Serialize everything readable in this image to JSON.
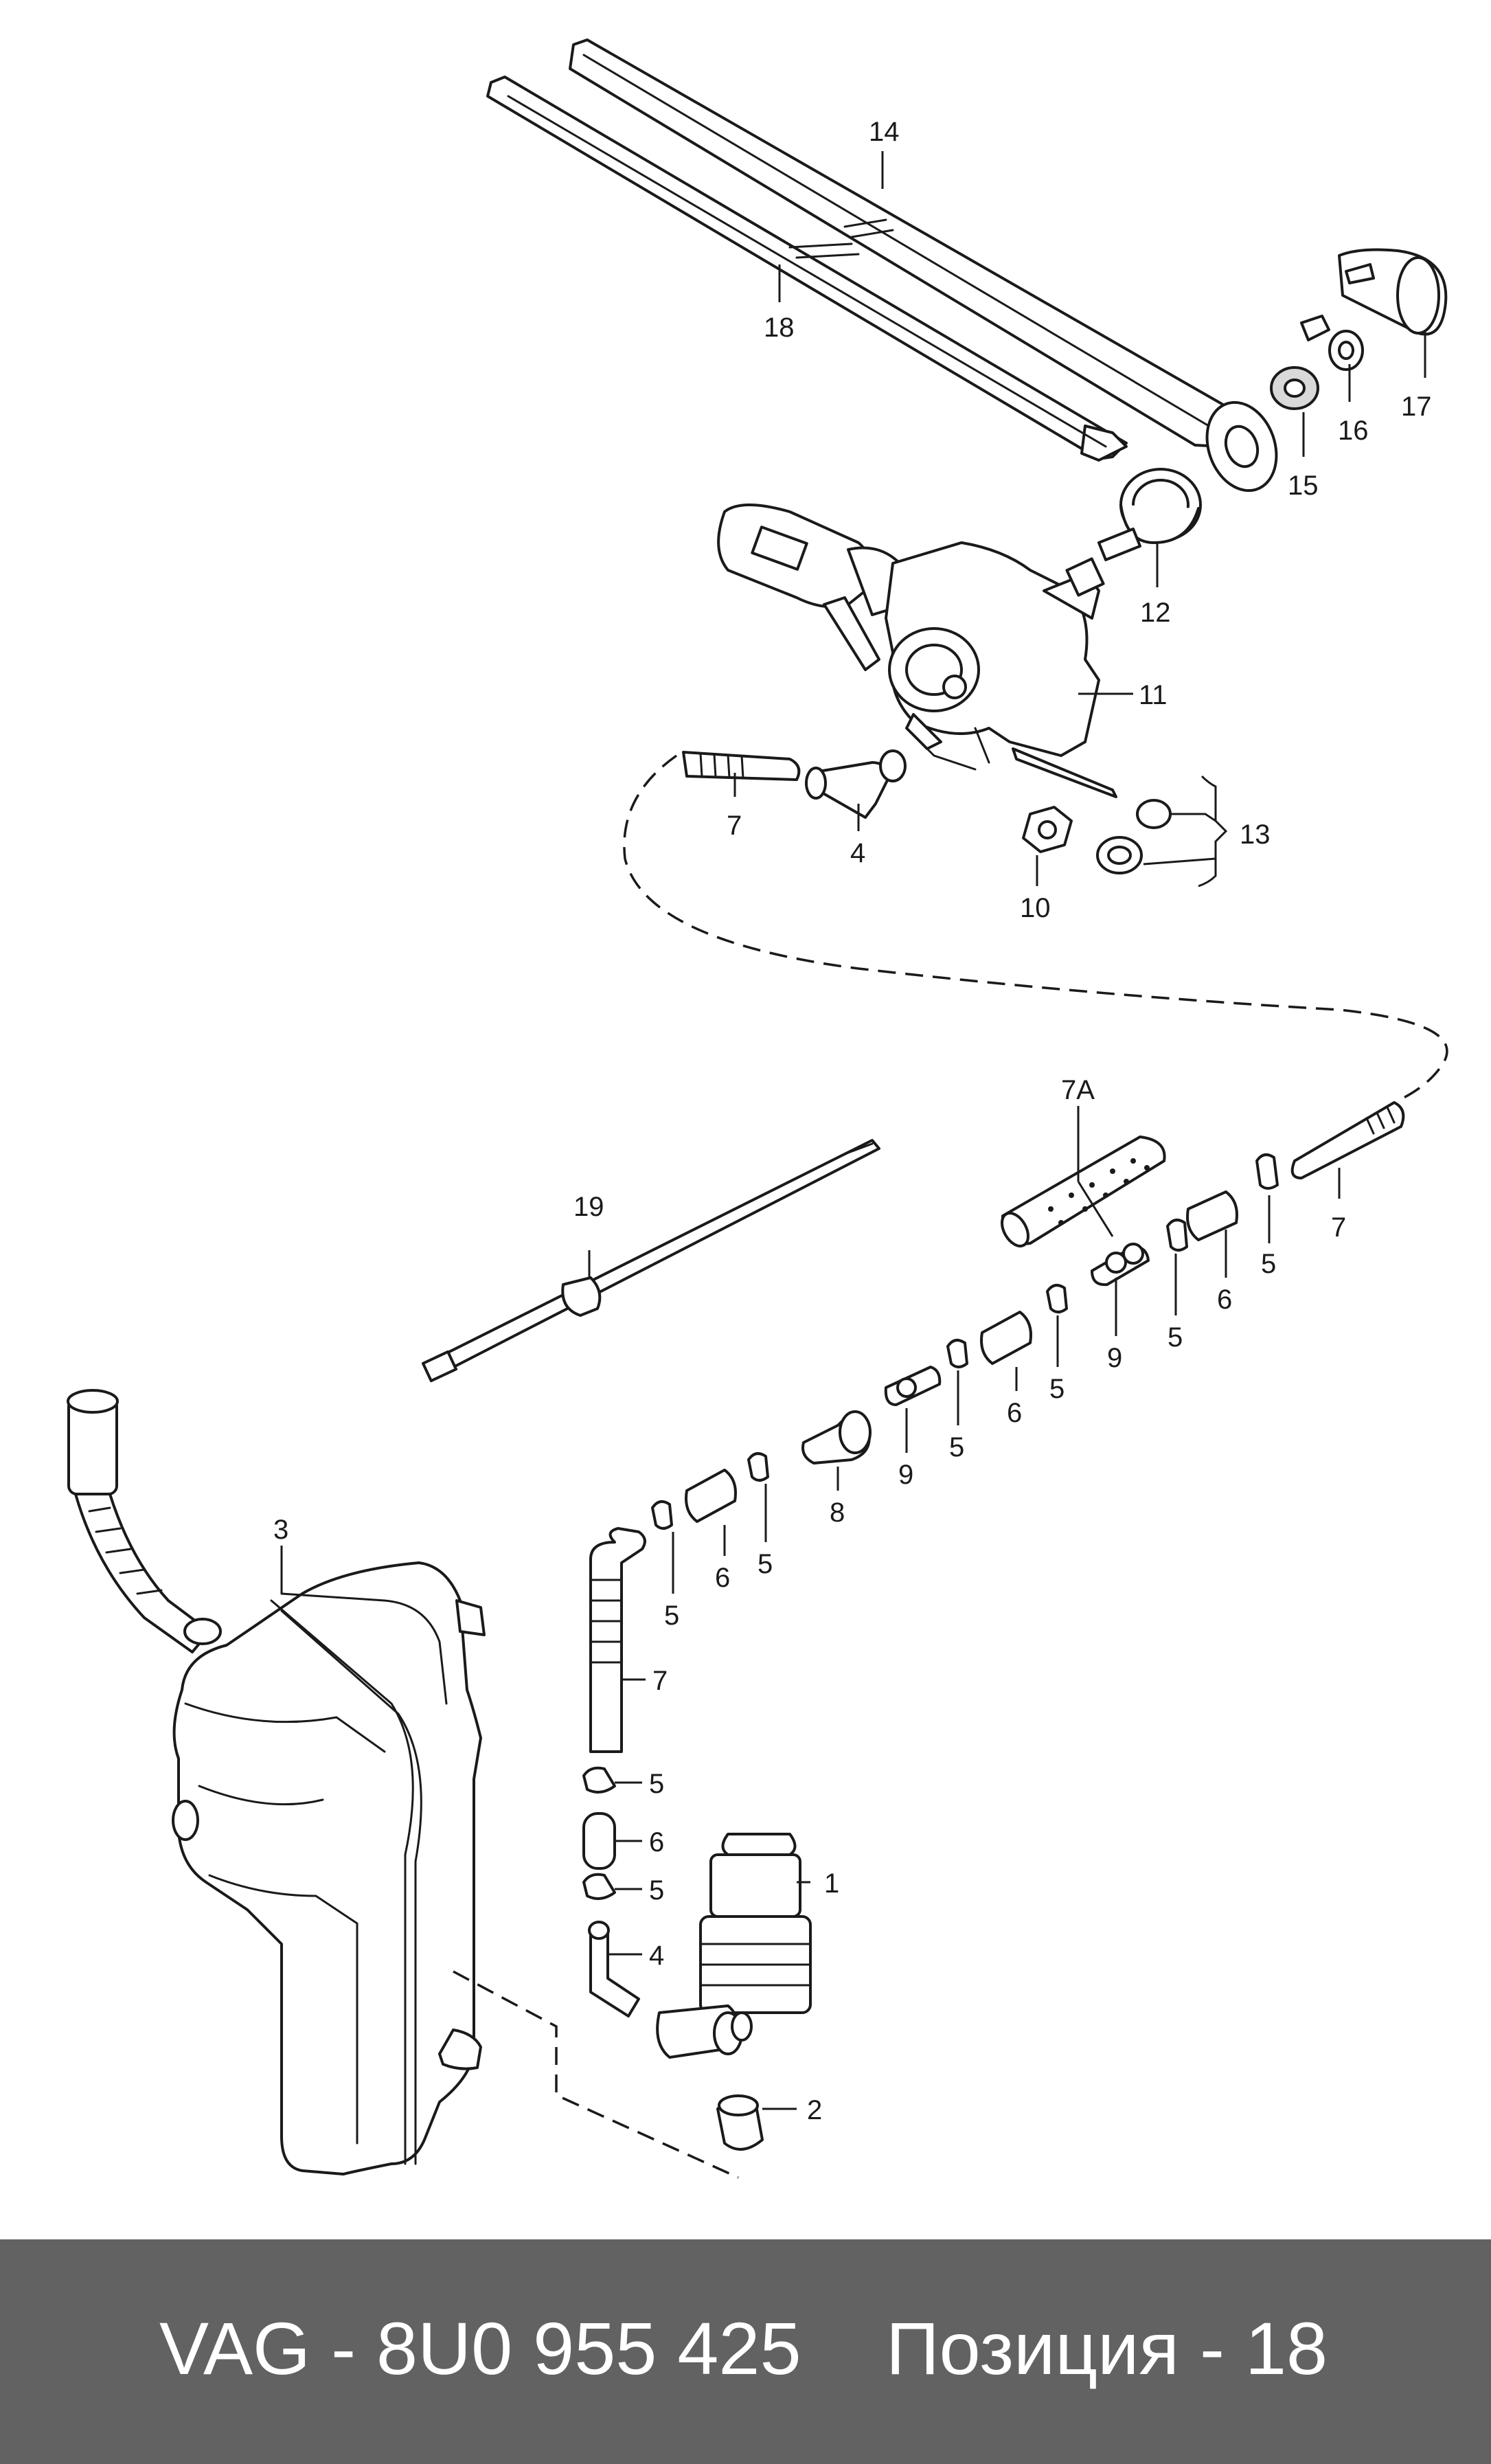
{
  "callouts": {
    "c1": "1",
    "c2": "2",
    "c3": "3",
    "c4a": "4",
    "c4b": "4",
    "c5a": "5",
    "c5b": "5",
    "c5c": "5",
    "c5d": "5",
    "c5e": "5",
    "c5f": "5",
    "c5g": "5",
    "c5h": "5",
    "c6a": "6",
    "c6b": "6",
    "c6c": "6",
    "c6d": "6",
    "c7a": "7",
    "c7b": "7",
    "c7c": "7",
    "c7A": "7A",
    "c8": "8",
    "c9a": "9",
    "c9b": "9",
    "c10": "10",
    "c11": "11",
    "c12": "12",
    "c13": "13",
    "c14": "14",
    "c15": "15",
    "c16": "16",
    "c17": "17",
    "c18": "18",
    "c19": "19"
  },
  "footer": {
    "part_number": "VAG - 8U0 955 425",
    "position": "Позиция - 18"
  },
  "colors": {
    "footer_background": "#626262",
    "footer_text": "#ffffff",
    "line": "#1a1a1a"
  }
}
